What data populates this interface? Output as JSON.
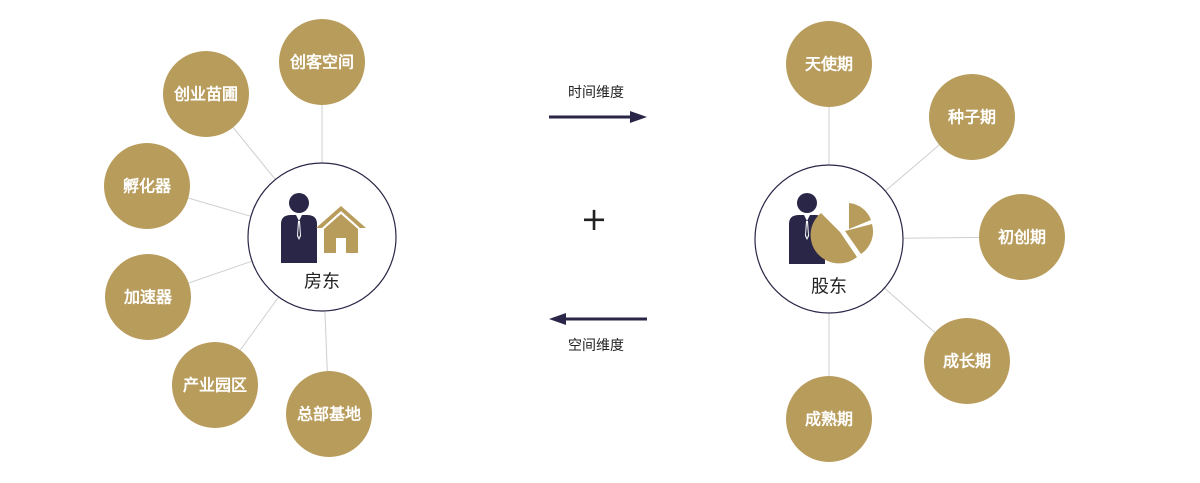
{
  "colors": {
    "gold": "#B89C5C",
    "navy": "#2A2647",
    "line": "#CFCFCF",
    "hub_border": "#2A2647"
  },
  "left_hub": {
    "label": "房东",
    "satellites": [
      "创客空间",
      "创业苗圃",
      "孵化器",
      "加速器",
      "产业园区",
      "总部基地"
    ]
  },
  "right_hub": {
    "label": "股东",
    "satellites": [
      "天使期",
      "种子期",
      "初创期",
      "成长期",
      "成熟期"
    ]
  },
  "center": {
    "top_arrow_label": "时间维度",
    "plus": "+",
    "bottom_arrow_label": "空间维度"
  }
}
